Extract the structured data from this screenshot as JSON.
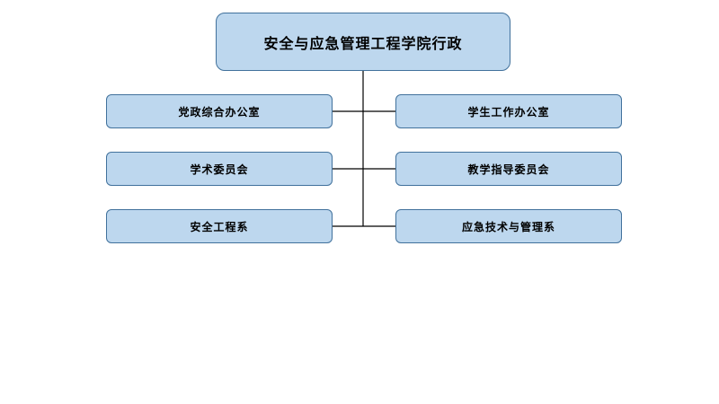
{
  "org_chart": {
    "root": "安全与应急管理工程学院行政",
    "left": [
      "党政综合办公室",
      "学术委员会",
      "安全工程系"
    ],
    "right": [
      "学生工作办公室",
      "教学指导委员会",
      "应急技术与管理系"
    ]
  }
}
